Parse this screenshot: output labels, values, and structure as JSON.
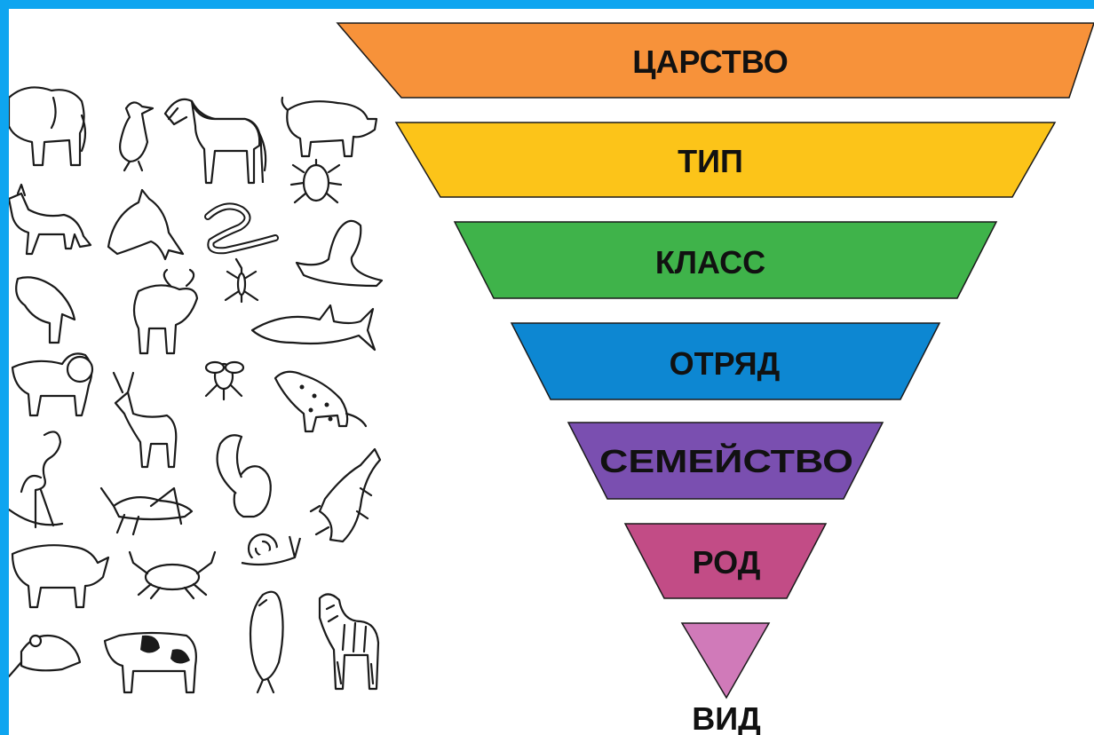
{
  "levels": [
    {
      "label": "ЦАРСТВО",
      "color": "#f7923a"
    },
    {
      "label": "ТИП",
      "color": "#fcc419"
    },
    {
      "label": "КЛАСС",
      "color": "#3fb34a"
    },
    {
      "label": "ОТРЯД",
      "color": "#0d87d2"
    },
    {
      "label": "СЕМЕЙСТВО",
      "color": "#7a4fb0"
    },
    {
      "label": "РОД",
      "color": "#c24c86"
    },
    {
      "label": "ВИД",
      "color": "#d07ab9"
    }
  ],
  "colors": {
    "frame": "#0ea5f0",
    "background": "#ffffff",
    "text": "#111111"
  },
  "animals": [
    "elephant-icon",
    "duck-icon",
    "horse-icon",
    "pig-icon",
    "jackal-icon",
    "dolphin-icon",
    "worm-icon",
    "beetle-icon",
    "seal-icon",
    "vulture-icon",
    "buffalo-icon",
    "mosquito-icon",
    "shark-icon",
    "lion-icon",
    "antelope-icon",
    "fly-icon",
    "leopard-icon",
    "flamingo-icon",
    "squirrel-icon",
    "grasshopper-icon",
    "crocodile-icon",
    "rhino-icon",
    "crab-icon",
    "snail-icon",
    "mouse-icon",
    "cow-icon",
    "eagle-icon",
    "zebra-icon"
  ]
}
